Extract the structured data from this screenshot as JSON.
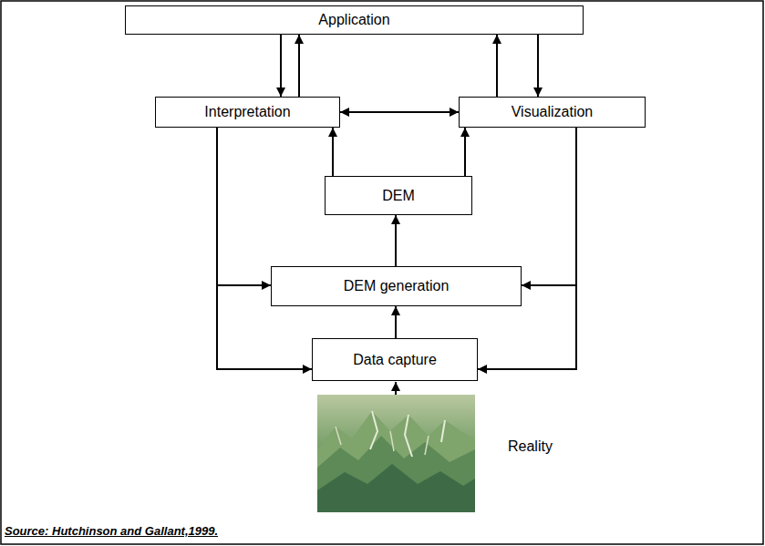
{
  "diagram": {
    "nodes": [
      {
        "text": [
          "Application"
        ]
      },
      {
        "text": [
          "Interpretation"
        ]
      },
      {
        "text": [
          "Visualization"
        ]
      },
      {
        "text": [
          "DEM"
        ]
      },
      {
        "text": [
          "DEM generation"
        ]
      },
      {
        "text": [
          "Data capture"
        ]
      }
    ],
    "edges": [
      {
        "from": 0,
        "to": 1,
        "arrow": "to"
      },
      {
        "from": 1,
        "to": 0,
        "arrow": "to"
      },
      {
        "from": 0,
        "to": 2,
        "arrow": "to"
      },
      {
        "from": 2,
        "to": 0,
        "arrow": "to"
      },
      {
        "from": 1,
        "to": 2,
        "arrow": "both"
      },
      {
        "from": 3,
        "to": 1,
        "arrow": "to"
      },
      {
        "from": 3,
        "to": 2,
        "arrow": "to"
      },
      {
        "from": 4,
        "to": 3,
        "arrow": "to"
      },
      {
        "from": 5,
        "to": 4,
        "arrow": "to"
      },
      {
        "from": 1,
        "to": 4,
        "arrow": "to"
      },
      {
        "from": 1,
        "to": 5,
        "arrow": "to"
      },
      {
        "from": 2,
        "to": 4,
        "arrow": "to"
      },
      {
        "from": 2,
        "to": 5,
        "arrow": "to"
      }
    ],
    "labels": [
      "Reality",
      "Source: Hutchinson and Gallant,1999."
    ]
  }
}
